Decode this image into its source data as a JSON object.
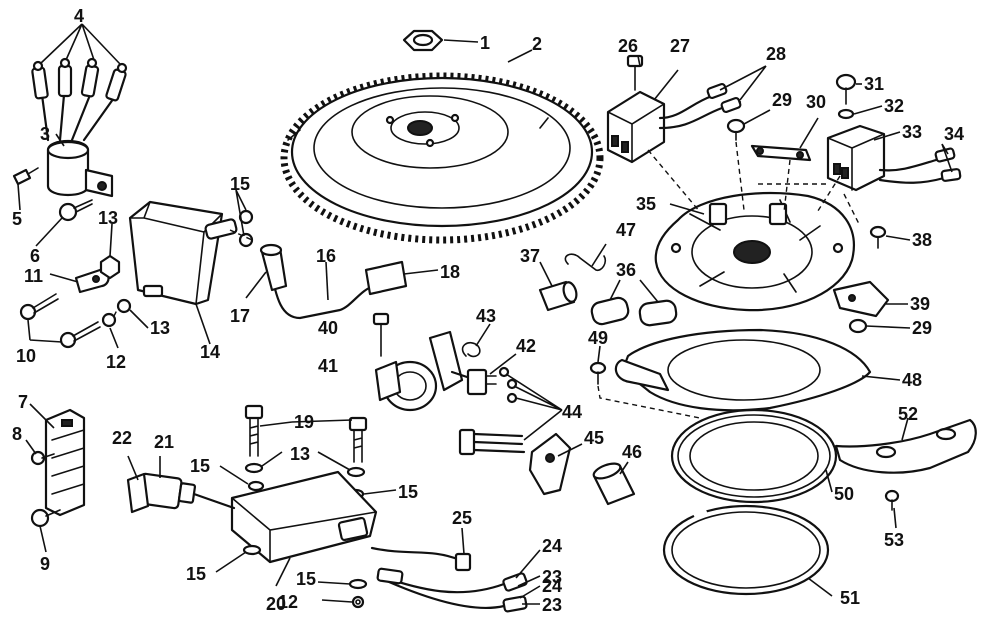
{
  "diagram": {
    "callouts": [
      {
        "id": "c1",
        "label": "1"
      },
      {
        "id": "c2",
        "label": "2"
      },
      {
        "id": "c3",
        "label": "3"
      },
      {
        "id": "c4",
        "label": "4"
      },
      {
        "id": "c5",
        "label": "5"
      },
      {
        "id": "c6",
        "label": "6"
      },
      {
        "id": "c7",
        "label": "7"
      },
      {
        "id": "c8",
        "label": "8"
      },
      {
        "id": "c9",
        "label": "9"
      },
      {
        "id": "c10",
        "label": "10"
      },
      {
        "id": "c11",
        "label": "11"
      },
      {
        "id": "c12a",
        "label": "12"
      },
      {
        "id": "c12b",
        "label": "12"
      },
      {
        "id": "c13a",
        "label": "13"
      },
      {
        "id": "c13b",
        "label": "13"
      },
      {
        "id": "c13c",
        "label": "13"
      },
      {
        "id": "c14",
        "label": "14"
      },
      {
        "id": "c15a",
        "label": "15"
      },
      {
        "id": "c15b",
        "label": "15"
      },
      {
        "id": "c15c",
        "label": "15"
      },
      {
        "id": "c15d",
        "label": "15"
      },
      {
        "id": "c15e",
        "label": "15"
      },
      {
        "id": "c16",
        "label": "16"
      },
      {
        "id": "c17",
        "label": "17"
      },
      {
        "id": "c18",
        "label": "18"
      },
      {
        "id": "c19",
        "label": "19"
      },
      {
        "id": "c20",
        "label": "20"
      },
      {
        "id": "c21",
        "label": "21"
      },
      {
        "id": "c22",
        "label": "22"
      },
      {
        "id": "c23a",
        "label": "23"
      },
      {
        "id": "c23b",
        "label": "23"
      },
      {
        "id": "c24a",
        "label": "24"
      },
      {
        "id": "c24b",
        "label": "24"
      },
      {
        "id": "c25",
        "label": "25"
      },
      {
        "id": "c26",
        "label": "26"
      },
      {
        "id": "c27",
        "label": "27"
      },
      {
        "id": "c28",
        "label": "28"
      },
      {
        "id": "c29a",
        "label": "29"
      },
      {
        "id": "c29b",
        "label": "29"
      },
      {
        "id": "c30",
        "label": "30"
      },
      {
        "id": "c31",
        "label": "31"
      },
      {
        "id": "c32",
        "label": "32"
      },
      {
        "id": "c33",
        "label": "33"
      },
      {
        "id": "c34",
        "label": "34"
      },
      {
        "id": "c35",
        "label": "35"
      },
      {
        "id": "c36",
        "label": "36"
      },
      {
        "id": "c37",
        "label": "37"
      },
      {
        "id": "c38",
        "label": "38"
      },
      {
        "id": "c39",
        "label": "39"
      },
      {
        "id": "c40",
        "label": "40"
      },
      {
        "id": "c41",
        "label": "41"
      },
      {
        "id": "c42",
        "label": "42"
      },
      {
        "id": "c43",
        "label": "43"
      },
      {
        "id": "c44",
        "label": "44"
      },
      {
        "id": "c45",
        "label": "45"
      },
      {
        "id": "c46",
        "label": "46"
      },
      {
        "id": "c47",
        "label": "47"
      },
      {
        "id": "c48",
        "label": "48"
      },
      {
        "id": "c49",
        "label": "49"
      },
      {
        "id": "c50",
        "label": "50"
      },
      {
        "id": "c51",
        "label": "51"
      },
      {
        "id": "c52",
        "label": "52"
      },
      {
        "id": "c53",
        "label": "53"
      }
    ]
  }
}
